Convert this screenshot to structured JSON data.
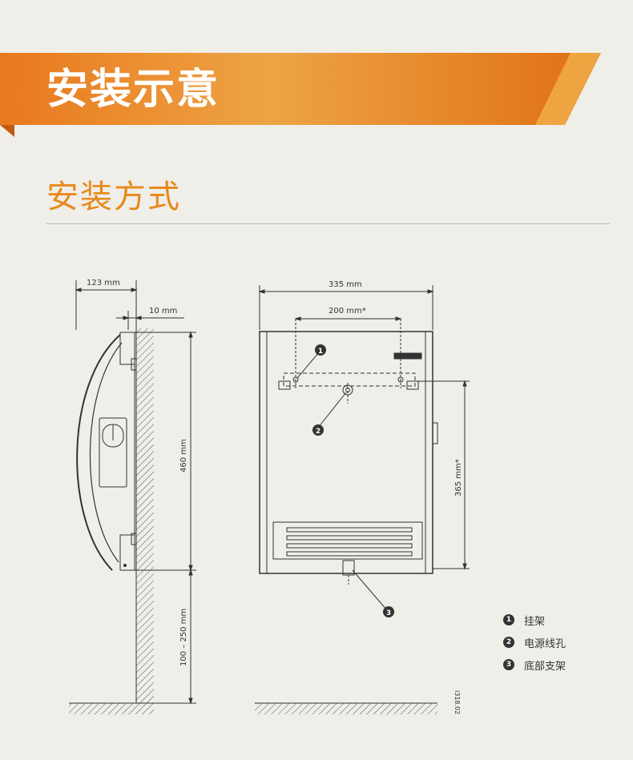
{
  "header": {
    "title": "安装示意"
  },
  "section": {
    "title": "安装方式"
  },
  "side_view": {
    "depth_label": "123 mm",
    "wall_gap_label": "10 mm",
    "height_label": "460 mm",
    "floor_gap_label": "100 – 250 mm"
  },
  "front_view": {
    "width_label": "335 mm",
    "bracket_span_label": "200 mm*",
    "bracket_height_label": "365 mm*"
  },
  "legend": [
    {
      "num": "1",
      "label": "挂架"
    },
    {
      "num": "2",
      "label": "电源线孔"
    },
    {
      "num": "3",
      "label": "底部支架"
    }
  ],
  "drawing_code": "i318.02",
  "colors": {
    "accent": "#e8891a",
    "banner_start": "#e9781f",
    "banner_end": "#eda444"
  }
}
